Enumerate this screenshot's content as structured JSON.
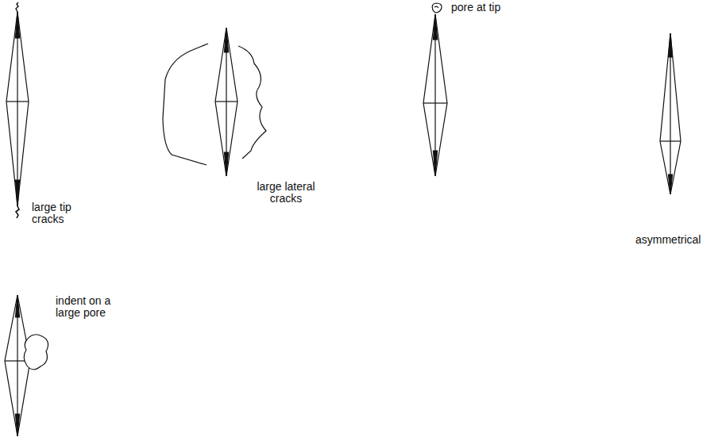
{
  "diagram": {
    "labels": [
      "large tip cracks",
      "large lateral cracks",
      "pore at tip",
      "asymmetrical",
      "indent on a large pore"
    ]
  }
}
